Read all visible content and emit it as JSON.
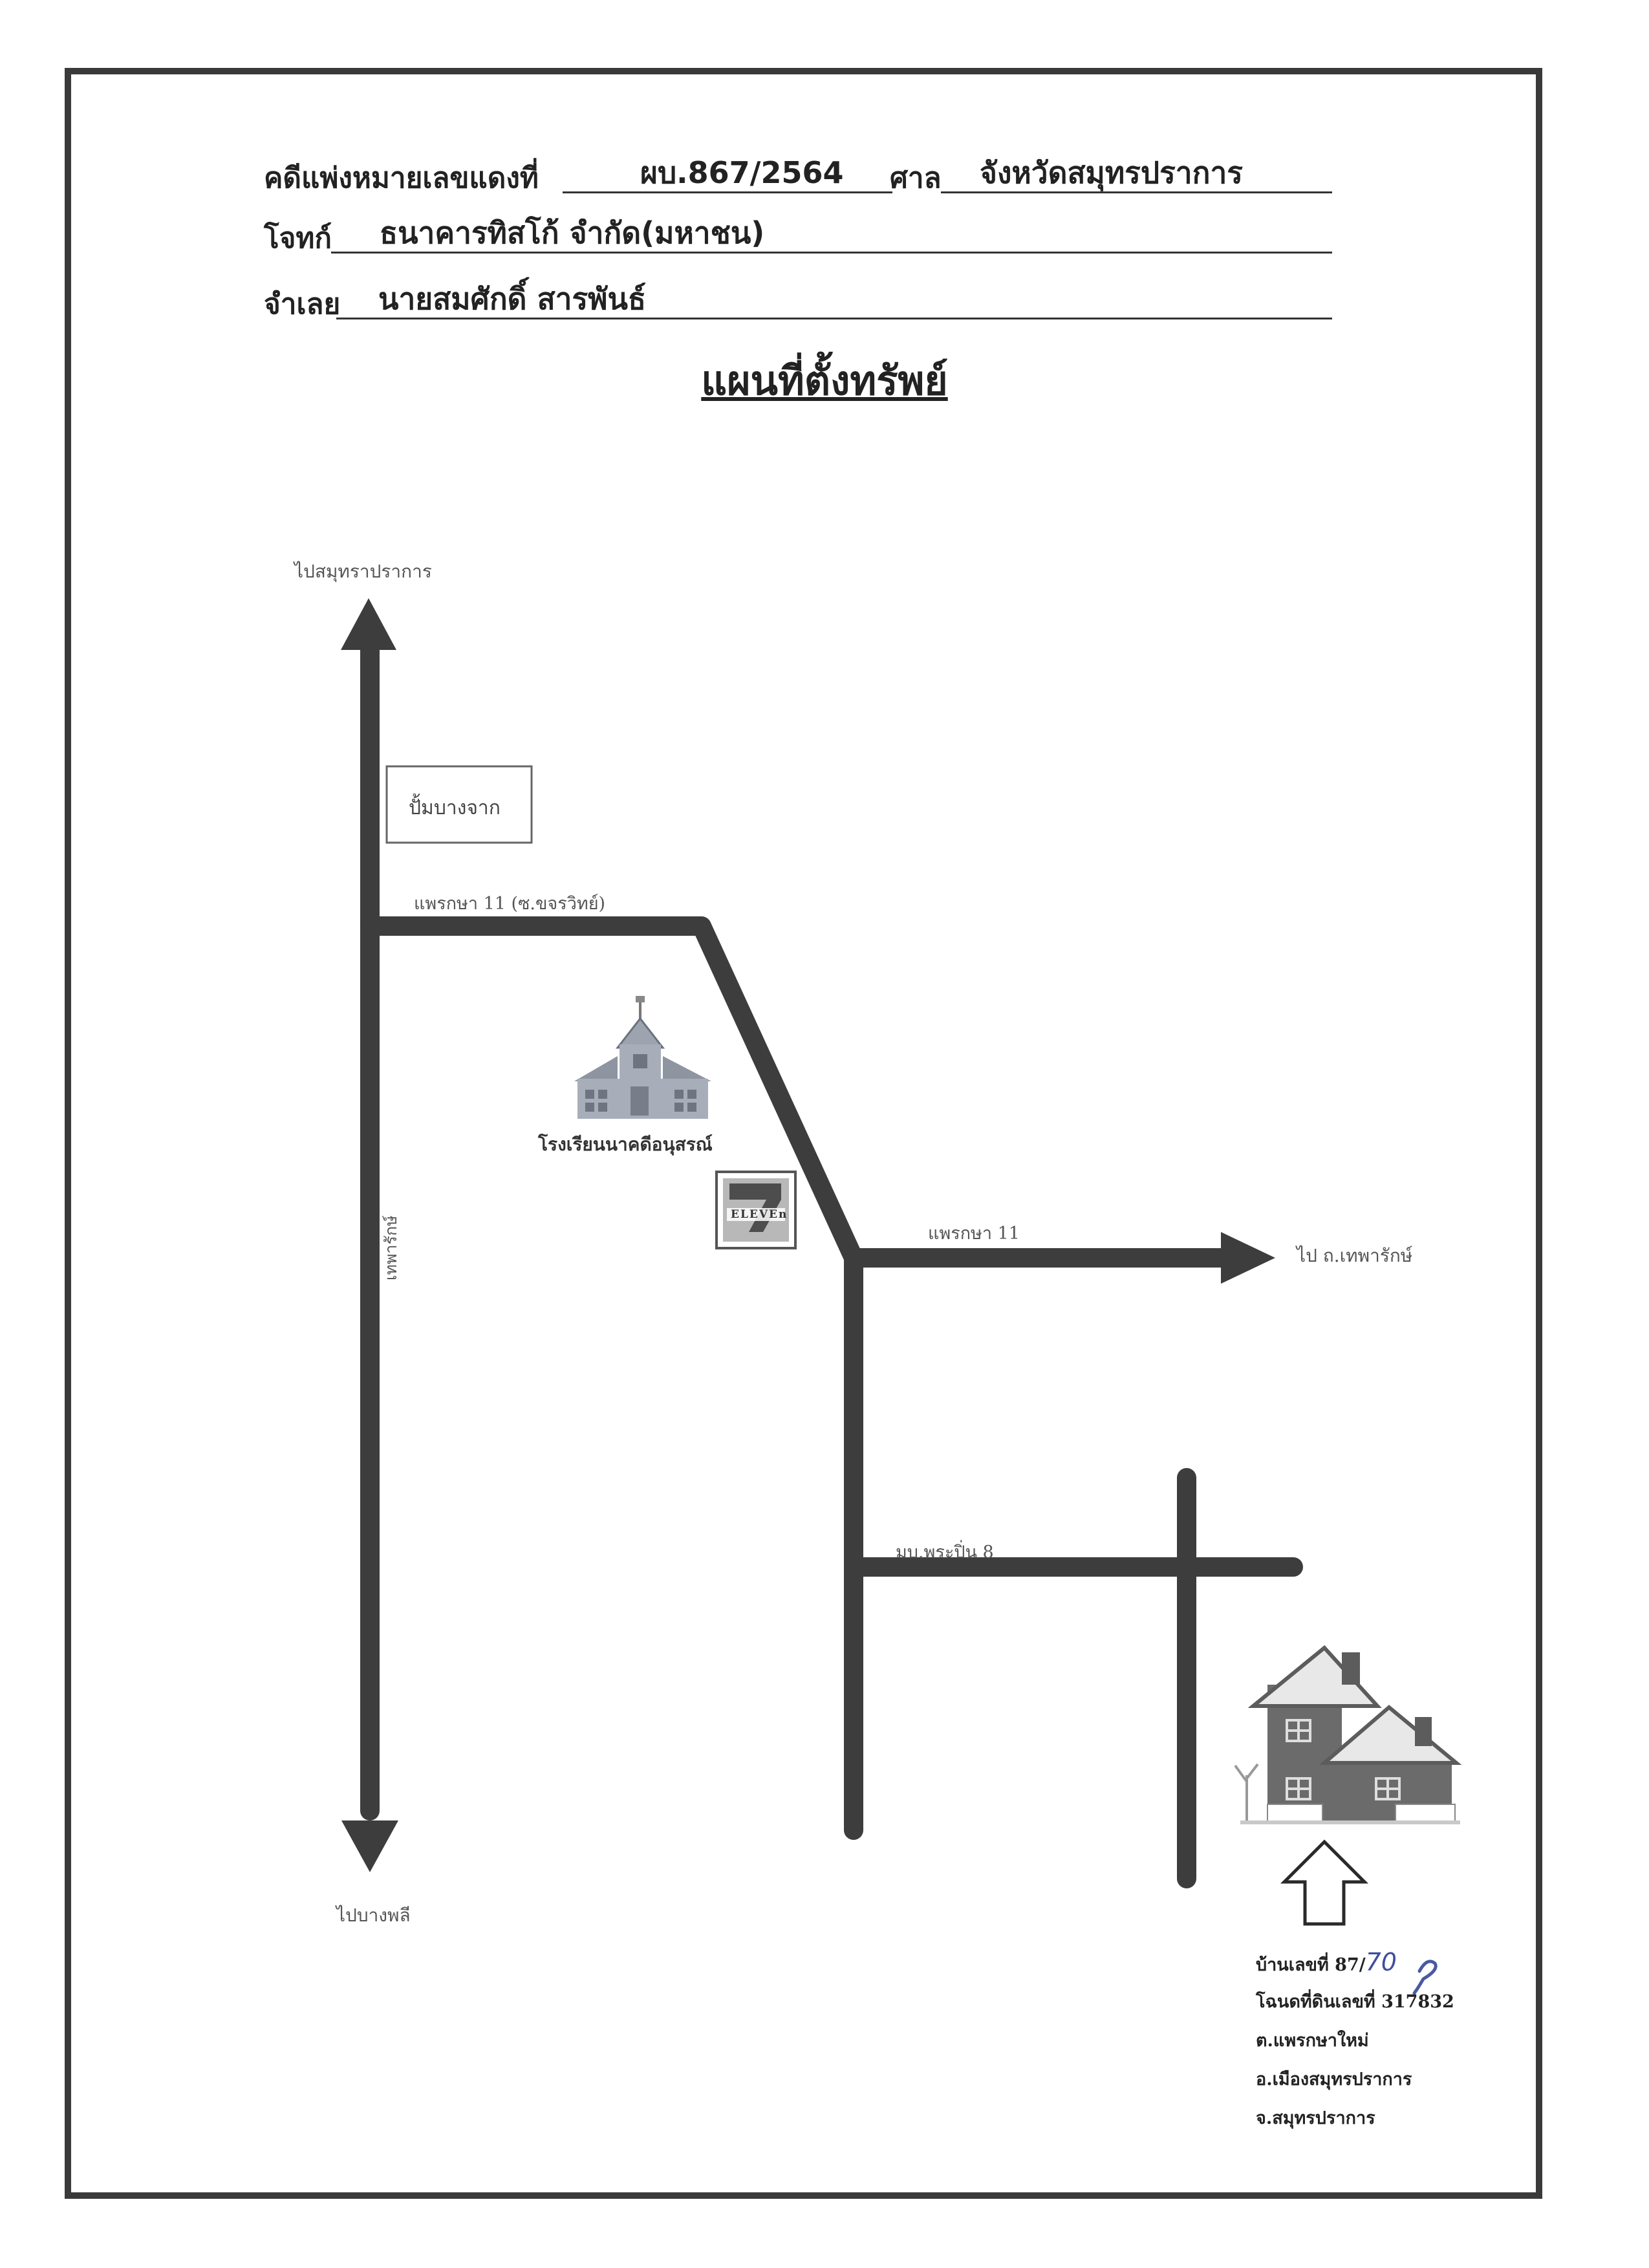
{
  "header": {
    "case_label": "คดีแพ่งหมายเลขแดงที่",
    "case_number": "ผบ.867/2564",
    "court_label": "ศาล",
    "court_name": "จังหวัดสมุทรปราการ",
    "plaintiff_label": "โจทก์",
    "plaintiff_name": "ธนาคารทิสโก้ จำกัด(มหาชน)",
    "defendant_label": "จำเลย",
    "defendant_name": "นายสมศักดิ์  สารพันธ์"
  },
  "title": "แผนที่ตั้งทรัพย์",
  "map": {
    "to_north": "ไปสมุทราปราการ",
    "to_south": "ไปบางพลี",
    "gas_station": "ปั้มบางจาก",
    "road_top": "แพรกษา 11 (ซ.ขจรวิทย์)",
    "road_vertical": "เทพารักษ์",
    "school": "โรงเรียนนาคดีอนุสรณ์",
    "store_number": "7",
    "store_text": "ELEVEn",
    "road_mid": "แพรกษา 11",
    "to_east": "ไป ถ.เทพารักษ์",
    "village": "มบ.พระปิ่น 8"
  },
  "address": {
    "house_no_prefix": "บ้านเลขที่ 87/",
    "house_no_handwritten": "70",
    "title_deed": "โฉนดที่ดินเลขที่ 317832",
    "subdistrict": "ต.แพรกษาใหม่",
    "district": "อ.เมืองสมุทรปราการ",
    "province": "จ.สมุทรปราการ"
  }
}
